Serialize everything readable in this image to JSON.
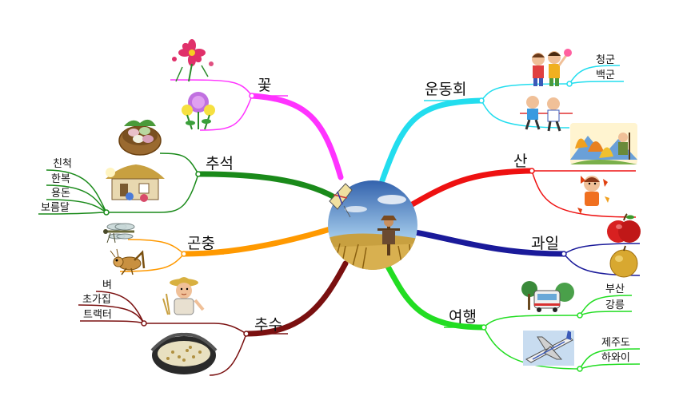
{
  "center": {
    "icon": "autumn-scene-icon"
  },
  "branches": [
    {
      "key": "flower",
      "label": "꽃",
      "color": "#ff33ff",
      "icons": [
        "cosmos-flower-icon",
        "chrysanthemum-icon"
      ],
      "subs": []
    },
    {
      "key": "chuseok",
      "label": "추석",
      "color": "#1a8a1a",
      "icons": [
        "songpyeon-icon",
        "traditional-house-icon"
      ],
      "subs": [
        "친척",
        "한복",
        "용돈",
        "보름달"
      ]
    },
    {
      "key": "insect",
      "label": "곤충",
      "color": "#ff9900",
      "icons": [
        "dragonfly-icon",
        "grasshopper-icon"
      ],
      "subs": []
    },
    {
      "key": "harvest",
      "label": "추수",
      "color": "#7a1010",
      "icons": [
        "farmer-icon",
        "grain-basket-icon"
      ],
      "subs": [
        "벼",
        "초가집",
        "트랙터"
      ]
    },
    {
      "key": "sportsday",
      "label": "운동회",
      "color": "#22ddee",
      "icons": [
        "cheering-kids-icon",
        "running-kids-icon"
      ],
      "subs": [
        "청군",
        "백군"
      ]
    },
    {
      "key": "mountain",
      "label": "산",
      "color": "#ee1111",
      "icons": [
        "autumn-mountain-icon",
        "child-with-leaves-icon"
      ],
      "subs": []
    },
    {
      "key": "fruit",
      "label": "과일",
      "color": "#1a1a9a",
      "icons": [
        "apple-icon",
        "pear-icon"
      ],
      "subs": []
    },
    {
      "key": "travel",
      "label": "여행",
      "color": "#22dd22",
      "icons": [
        "bus-icon",
        "airplane-icon"
      ],
      "subs": [
        "부산",
        "강릉",
        "제주도",
        "하와이"
      ]
    }
  ]
}
